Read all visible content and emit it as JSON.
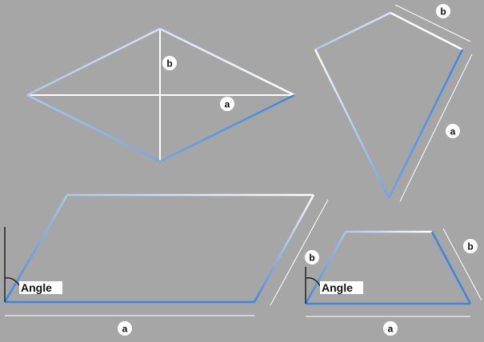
{
  "labels": {
    "a": "a",
    "b": "b",
    "angle": "Angle"
  },
  "colors": {
    "background": "#a6a6a6",
    "edge_light": "#ffffff",
    "edge_mid": "#a9c9ef",
    "edge_blue": "#3a86e0",
    "guide_white": "#ffffff",
    "guide_dark": "#222222",
    "badge_fill": "#ffffff",
    "badge_text": "#111111"
  },
  "shapes": [
    "rhombus",
    "kite",
    "parallelogram",
    "trapezoid"
  ]
}
